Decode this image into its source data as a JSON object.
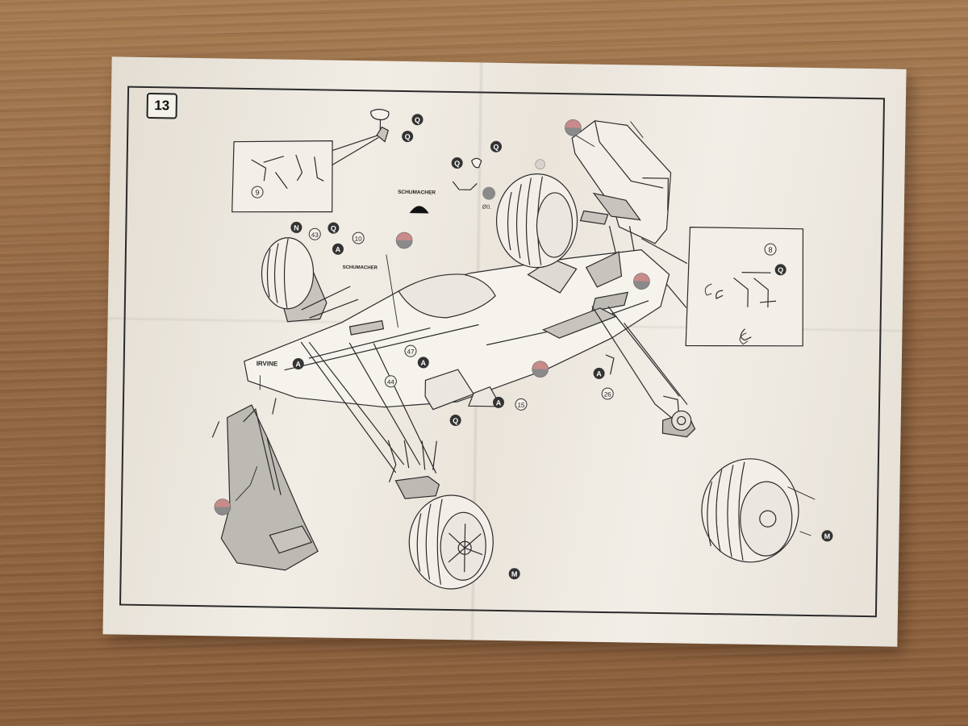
{
  "step": {
    "number": "13"
  },
  "labels": {
    "schumacher_top": "SCHUMACHER",
    "schumacher_side": "SCHUMACHER",
    "irvine": "IRVINE",
    "diameter": "Ø0."
  },
  "part_numbers": {
    "p9": "9",
    "p43": "43",
    "p10": "10",
    "p47": "47",
    "p44": "44",
    "p15": "15",
    "p26": "26",
    "p8": "8"
  },
  "part_letters": {
    "q1": "Q",
    "q2": "Q",
    "q3": "Q",
    "q4": "Q",
    "q5": "Q",
    "q6": "Q",
    "q7": "Q",
    "n1": "N",
    "a1": "A",
    "a2": "A",
    "a3": "A",
    "a4": "A",
    "a5": "A",
    "m1": "M",
    "m2": "M"
  },
  "colors": {
    "line": "#2b2b2b",
    "paint_marker_top": "#c98a8a",
    "paint_marker_bottom": "#8a8a8a",
    "shade": "#bdbab4"
  },
  "icons": [
    "paint-color-marker-icon",
    "rotate-arrow-icon"
  ]
}
